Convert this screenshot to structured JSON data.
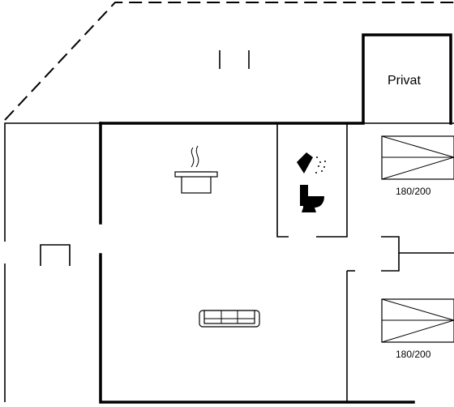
{
  "rooms": {
    "private": {
      "label": "Privat"
    }
  },
  "beds": [
    {
      "label": "180/200"
    },
    {
      "label": "180/200"
    }
  ],
  "icons": {
    "kitchen": "cooking-pot-icon",
    "shower": "shower-icon",
    "toilet": "toilet-icon",
    "sofa": "sofa-icon"
  }
}
